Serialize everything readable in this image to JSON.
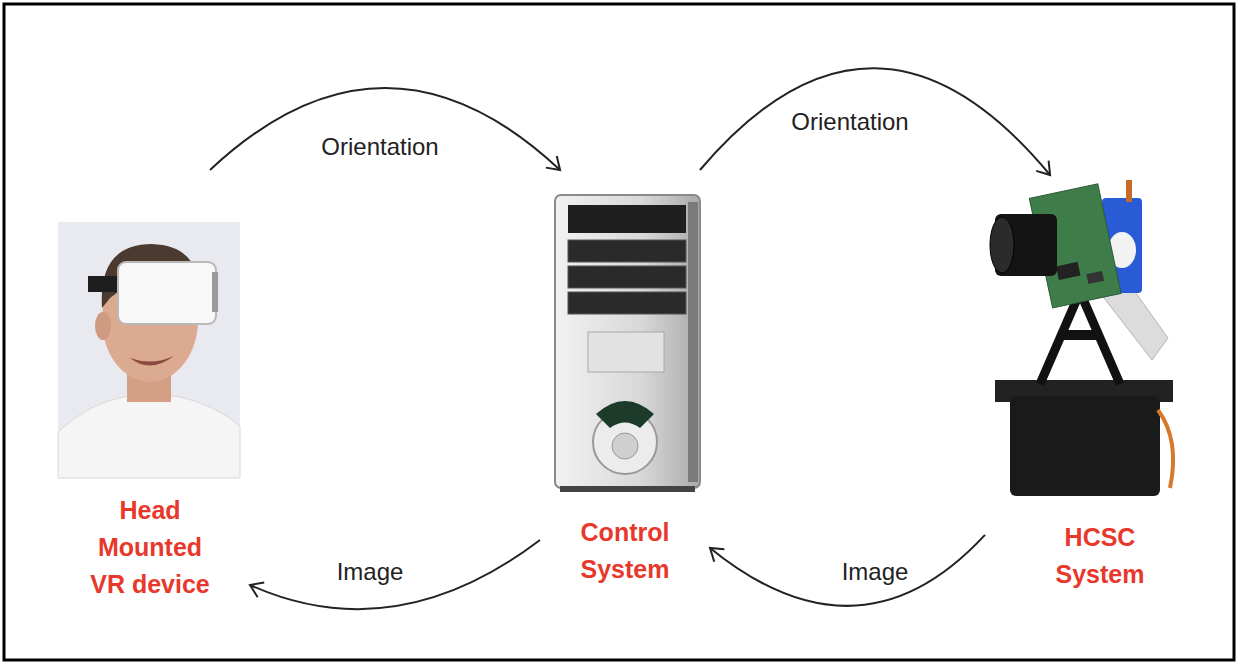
{
  "diagram": {
    "nodes": [
      {
        "text": [
          "Head Mounted VR device"
        ]
      },
      {
        "text": [
          "Control System"
        ]
      },
      {
        "text": [
          "HCSC System"
        ]
      }
    ],
    "edges": [
      {
        "from": 0,
        "to": 1,
        "label": "Orientation",
        "arrow": "to"
      },
      {
        "from": 1,
        "to": 2,
        "label": "Orientation",
        "arrow": "to"
      },
      {
        "from": 1,
        "to": 0,
        "label": "Image",
        "arrow": "to"
      },
      {
        "from": 2,
        "to": 1,
        "label": "Image",
        "arrow": "to"
      }
    ]
  }
}
